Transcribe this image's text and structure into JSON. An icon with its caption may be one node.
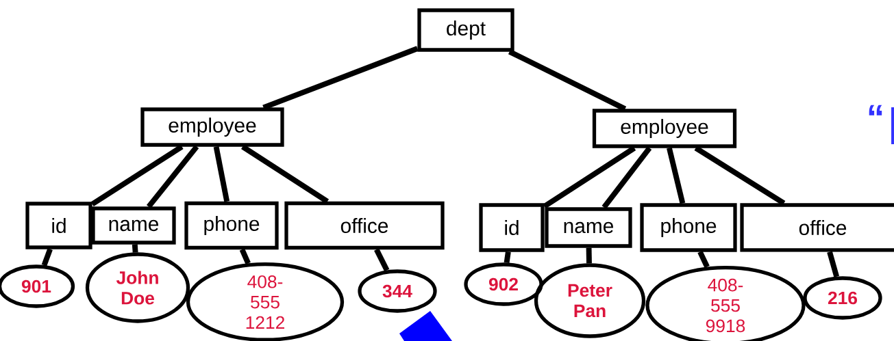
{
  "diagram": {
    "nodes": [
      {
        "text": [
          "dept"
        ]
      },
      {
        "text": [
          "employee"
        ]
      },
      {
        "text": [
          "employee"
        ]
      },
      {
        "text": [
          "id"
        ]
      },
      {
        "text": [
          "name"
        ]
      },
      {
        "text": [
          "phone"
        ]
      },
      {
        "text": [
          "office"
        ]
      },
      {
        "text": [
          "id"
        ]
      },
      {
        "text": [
          "name"
        ]
      },
      {
        "text": [
          "phone"
        ]
      },
      {
        "text": [
          "office"
        ]
      },
      {
        "text": [
          "901"
        ]
      },
      {
        "text": [
          "John Doe"
        ]
      },
      {
        "text": [
          "408-555 1212"
        ]
      },
      {
        "text": [
          "344"
        ]
      },
      {
        "text": [
          "902"
        ]
      },
      {
        "text": [
          "Peter Pan"
        ]
      },
      {
        "text": [
          "408-555 9918"
        ]
      },
      {
        "text": [
          "216"
        ]
      }
    ],
    "edges": [
      {
        "from": 0,
        "to": 1,
        "arrow": "none"
      },
      {
        "from": 0,
        "to": 2,
        "arrow": "none"
      },
      {
        "from": 1,
        "to": 3,
        "arrow": "none"
      },
      {
        "from": 1,
        "to": 4,
        "arrow": "none"
      },
      {
        "from": 1,
        "to": 5,
        "arrow": "none"
      },
      {
        "from": 1,
        "to": 6,
        "arrow": "none"
      },
      {
        "from": 2,
        "to": 7,
        "arrow": "none"
      },
      {
        "from": 2,
        "to": 8,
        "arrow": "none"
      },
      {
        "from": 2,
        "to": 9,
        "arrow": "none"
      },
      {
        "from": 2,
        "to": 10,
        "arrow": "none"
      },
      {
        "from": 3,
        "to": 11,
        "arrow": "none"
      },
      {
        "from": 4,
        "to": 12,
        "arrow": "none"
      },
      {
        "from": 5,
        "to": 13,
        "arrow": "none"
      },
      {
        "from": 6,
        "to": 14,
        "arrow": "none"
      },
      {
        "from": 7,
        "to": 15,
        "arrow": "none"
      },
      {
        "from": 8,
        "to": 16,
        "arrow": "none"
      },
      {
        "from": 9,
        "to": 17,
        "arrow": "none"
      },
      {
        "from": 10,
        "to": 18,
        "arrow": "none"
      }
    ],
    "labels": [
      "“"
    ]
  }
}
